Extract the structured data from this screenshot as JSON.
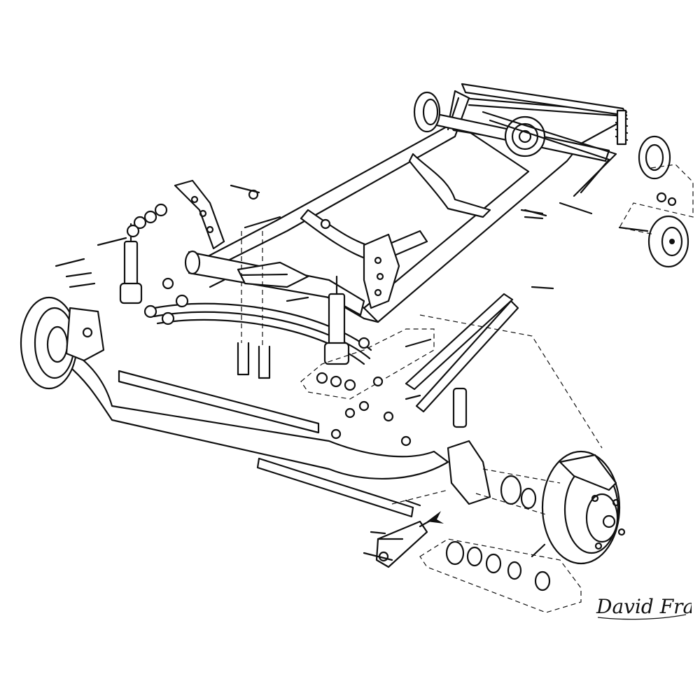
{
  "artwork": {
    "subject": "hot-rod-chassis-exploded-view",
    "style": "black ink line drawing",
    "colors": {
      "ink": "#111111",
      "paper": "#ffffff"
    }
  },
  "signature": {
    "text": "David Fracling"
  }
}
